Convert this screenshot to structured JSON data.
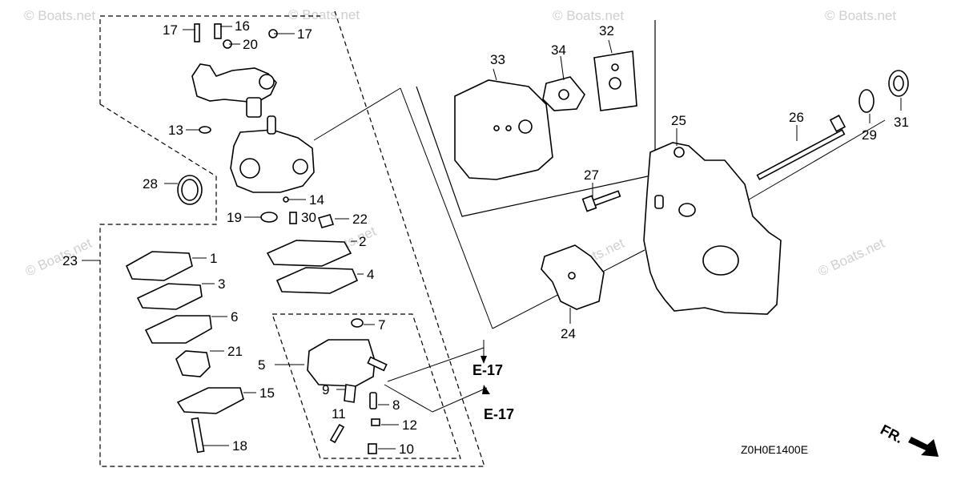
{
  "diagram": {
    "watermark": "© Boats.net",
    "drawing_code": "Z0H0E1400E",
    "front_marker": "FR.",
    "references": {
      "e17_upper": "E-17",
      "e17_lower": "E-17"
    },
    "callouts": {
      "p1": "1",
      "p2": "2",
      "p3": "3",
      "p4": "4",
      "p5": "5",
      "p6": "6",
      "p7": "7",
      "p8": "8",
      "p9": "9",
      "p10": "10",
      "p11": "11",
      "p12": "12",
      "p13": "13",
      "p14": "14",
      "p15": "15",
      "p16": "16",
      "p17a": "17",
      "p17b": "17",
      "p18": "18",
      "p19": "19",
      "p20": "20",
      "p21": "21",
      "p22": "22",
      "p23": "23",
      "p24": "24",
      "p25": "25",
      "p26": "26",
      "p27": "27",
      "p28": "28",
      "p29": "29",
      "p30": "30",
      "p31": "31",
      "p32": "32",
      "p33": "33",
      "p34": "34"
    }
  }
}
